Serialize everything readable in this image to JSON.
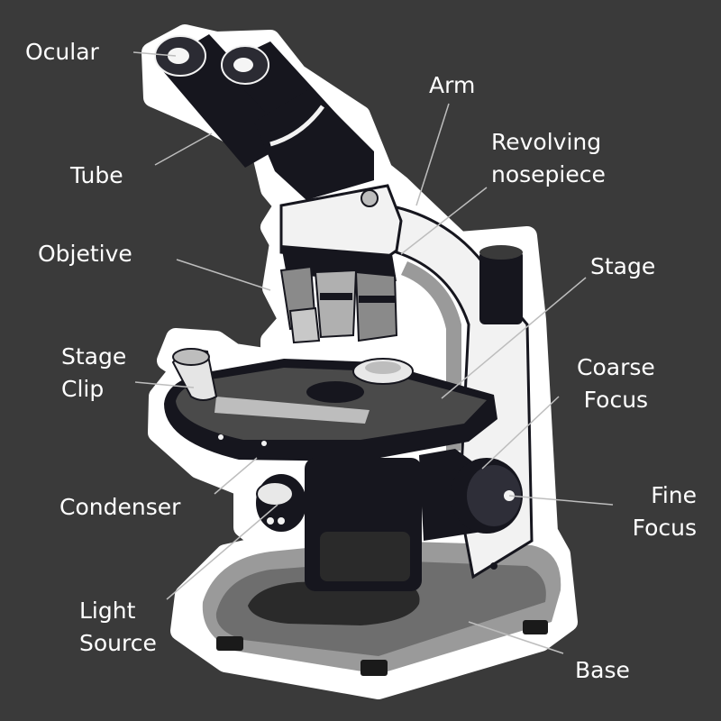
{
  "labels": {
    "ocular": "Ocular",
    "tube": "Tube",
    "objetive": "Objetive",
    "stage_clip": [
      "Stage",
      "Clip"
    ],
    "condenser": "Condenser",
    "light_source": [
      "Light",
      "Source"
    ],
    "arm": "Arm",
    "revolving_nosepiece": [
      "Revolving",
      "nosepiece"
    ],
    "stage": "Stage",
    "coarse_focus": [
      "Coarse",
      "Focus"
    ],
    "fine_focus": [
      "Fine",
      "Focus"
    ],
    "base": "Base"
  },
  "colors": {
    "background": "#3a3a3a",
    "outline": "#ffffff",
    "body_dark": "#16161e",
    "body_light": "#f2f2f2",
    "metal_gray": "#8a8a8a",
    "leader_line": "#bdbdbd",
    "text": "#ffffff"
  }
}
